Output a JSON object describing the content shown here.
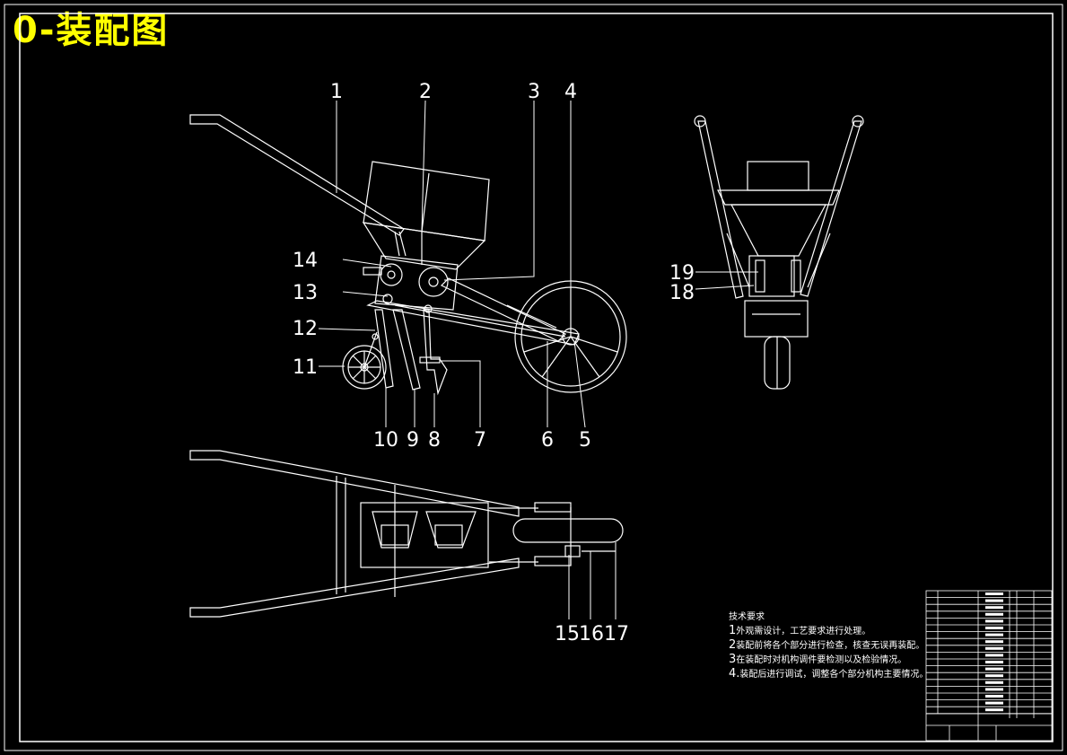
{
  "title": "0-装配图",
  "callouts": [
    "1",
    "2",
    "3",
    "4",
    "5",
    "6",
    "7",
    "8",
    "9",
    "10",
    "11",
    "12",
    "13",
    "14",
    "15",
    "16",
    "17",
    "18",
    "19"
  ],
  "tech": {
    "heading": "技术要求",
    "items": [
      {
        "n": "1",
        "text": "外观需设计，工艺要求进行处理。"
      },
      {
        "n": "2",
        "text": "装配前将各个部分进行检查，核查无误再装配。"
      },
      {
        "n": "3",
        "text": "在装配时对机构调件要检测以及检验情况。"
      },
      {
        "n": "4.",
        "text": "装配后进行调试，调整各个部分机构主要情况。"
      }
    ]
  },
  "colors": {
    "background": "#000000",
    "lines": "#ffffff",
    "title": "#ffff00"
  }
}
